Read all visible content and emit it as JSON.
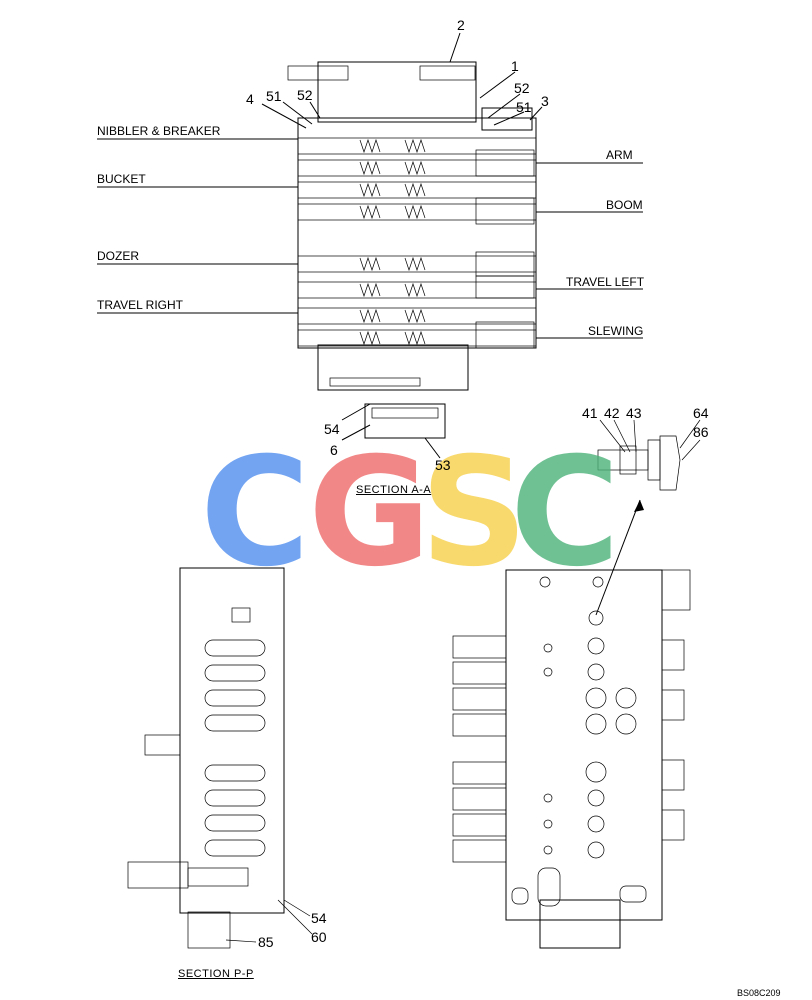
{
  "title_labels": {
    "nibbler": "NIBBLER & BREAKER",
    "bucket": "BUCKET",
    "dozer": "DOZER",
    "travel_right": "TRAVEL RIGHT",
    "arm": "ARM",
    "boom": "BOOM",
    "travel_left": "TRAVEL LEFT",
    "slewing": "SLEWING"
  },
  "callouts": {
    "n2": "2",
    "n1": "1",
    "n52a": "52",
    "n3": "3",
    "n51a": "51",
    "n4": "4",
    "n51b": "51",
    "n52b": "52",
    "n54a": "54",
    "n6": "6",
    "n53": "53",
    "n41": "41",
    "n42": "42",
    "n43": "43",
    "n64": "64",
    "n86": "86",
    "n54b": "54",
    "n60": "60",
    "n85": "85"
  },
  "sections": {
    "aa": "SECTION   A-A",
    "pp": "SECTION   P-P"
  },
  "drawing_code": "BS08C209",
  "watermark": {
    "letters": [
      "C",
      "G",
      "S",
      "C"
    ],
    "colors": [
      "#4f8ef0",
      "#f06a6a",
      "#f7d04a",
      "#4cb27a"
    ]
  }
}
